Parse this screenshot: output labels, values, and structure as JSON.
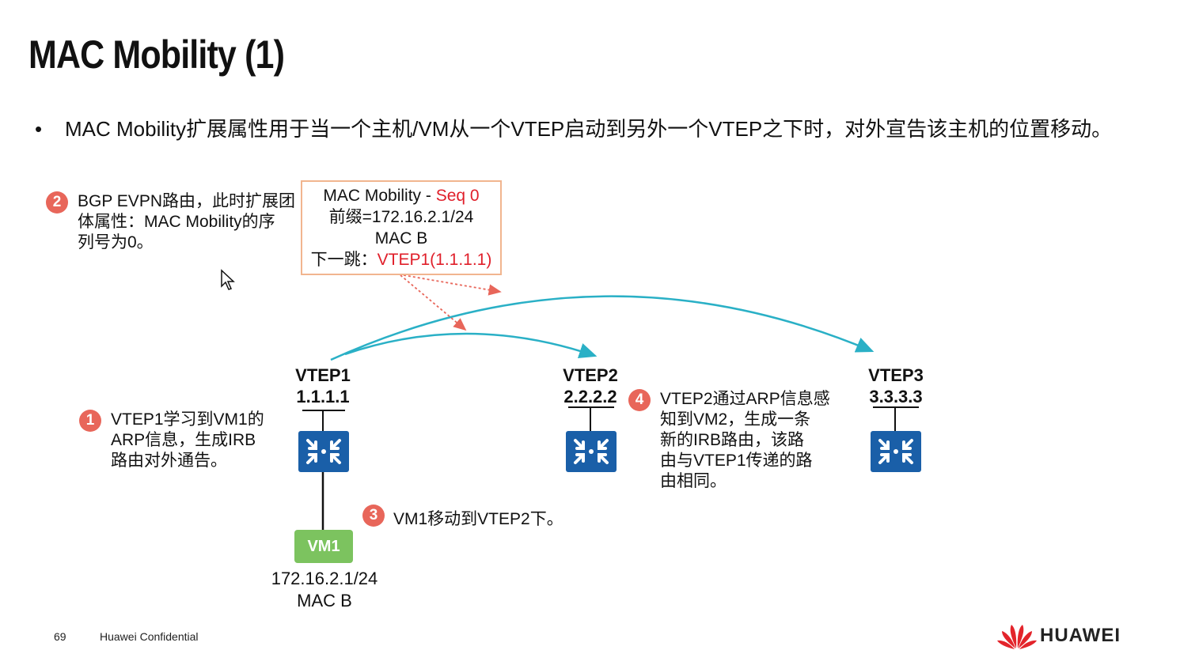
{
  "slide": {
    "title": "MAC Mobility (1)",
    "bullet": "MAC Mobility扩展属性用于当一个主机/VM从一个VTEP启动到另外一个VTEP之下时，对外宣告该主机的位置移动。"
  },
  "steps": [
    {
      "num": "1",
      "text_lines": [
        "VTEP1学习到VM1的",
        "ARP信息，生成IRB",
        "路由对外通告。"
      ]
    },
    {
      "num": "2",
      "text_lines": [
        "BGP EVPN路由，此时扩展团",
        "体属性：MAC Mobility的序",
        "列号为0。"
      ]
    },
    {
      "num": "3",
      "text_lines": [
        "VM1移动到VTEP2下。"
      ]
    },
    {
      "num": "4",
      "text_lines": [
        "VTEP2通过ARP信息感",
        "知到VM2，生成一条",
        "新的IRB路由，该路",
        "由与VTEP1传递的路",
        "由相同。"
      ]
    }
  ],
  "route_box": {
    "line1_prefix": "MAC Mobility - ",
    "line1_seq": "Seq 0",
    "line2": "前缀=172.16.2.1/24",
    "line3": "MAC B",
    "line4_prefix": "下一跳：",
    "line4_nexthop": "VTEP1(1.1.1.1)"
  },
  "vteps": [
    {
      "name": "VTEP1",
      "ip": "1.1.1.1"
    },
    {
      "name": "VTEP2",
      "ip": "2.2.2.2"
    },
    {
      "name": "VTEP3",
      "ip": "3.3.3.3"
    }
  ],
  "vm": {
    "label": "VM1",
    "ip": "172.16.2.1/24",
    "mac": "MAC B"
  },
  "footer": {
    "page_number": "69",
    "confidential": "Huawei Confidential",
    "brand": "HUAWEI"
  },
  "colors": {
    "badge": "#e8665a",
    "highlight_red": "#e01f2a",
    "box_border": "#f1b58f",
    "router_blue": "#1a5fa8",
    "vm_green": "#7cc35f",
    "arc_teal": "#2ab0c6",
    "huawei_red": "#e3242b"
  }
}
